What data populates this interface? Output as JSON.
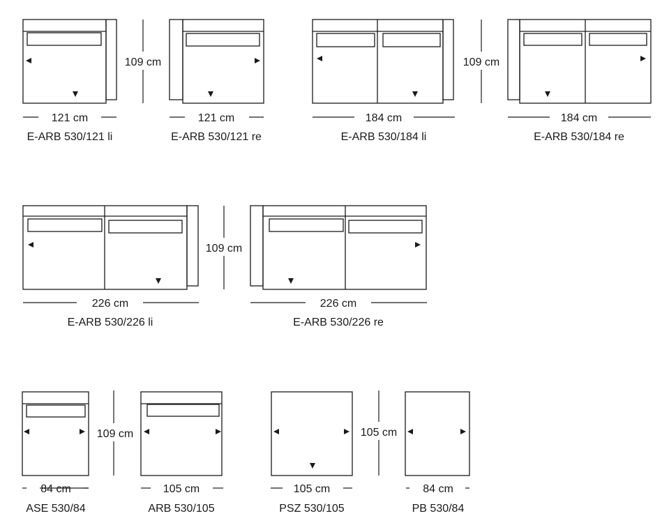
{
  "modules": [
    {
      "name": "E-ARB 530/121 li",
      "width": "121 cm"
    },
    {
      "name": "E-ARB 530/121 re",
      "width": "121 cm"
    },
    {
      "name": "E-ARB 530/184 li",
      "width": "184 cm"
    },
    {
      "name": "E-ARB 530/184 re",
      "width": "184 cm"
    },
    {
      "name": "E-ARB 530/226 li",
      "width": "226 cm"
    },
    {
      "name": "E-ARB 530/226 re",
      "width": "226 cm"
    },
    {
      "name": "ASE 530/84",
      "width": "84 cm"
    },
    {
      "name": "ARB 530/105",
      "width": "105 cm"
    },
    {
      "name": "PSZ 530/105",
      "width": "105 cm"
    },
    {
      "name": "PB 530/84",
      "width": "84 cm"
    }
  ],
  "depths": [
    "109 cm",
    "109 cm",
    "109 cm",
    "109 cm",
    "105 cm"
  ]
}
